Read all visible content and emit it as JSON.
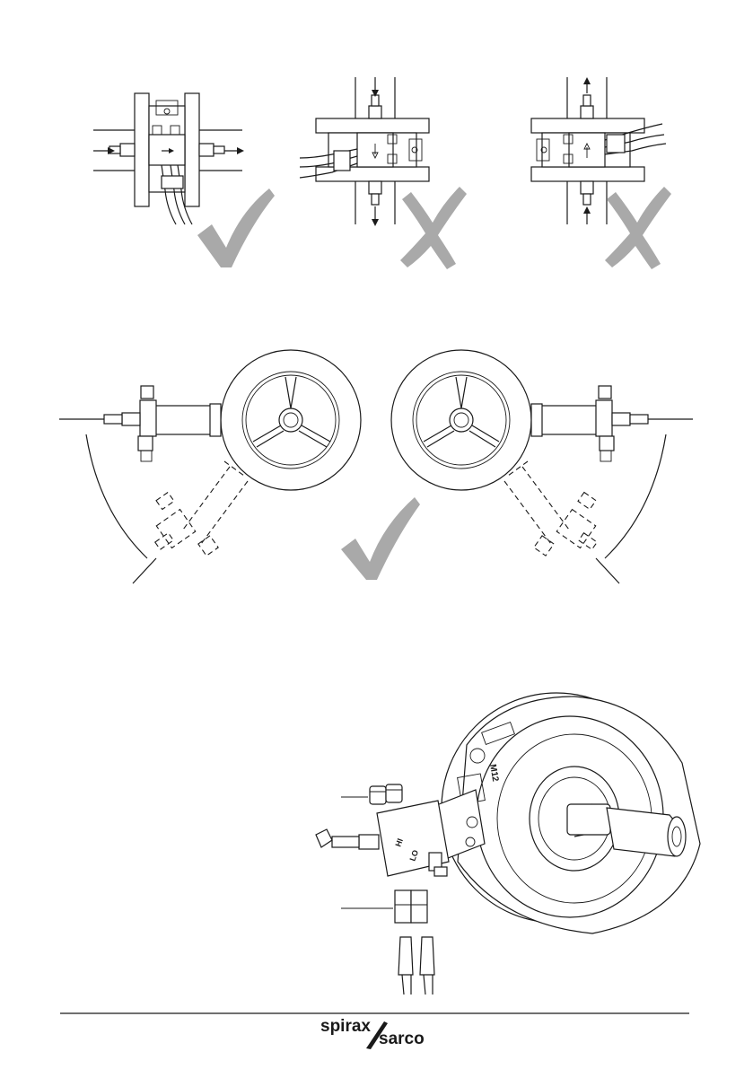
{
  "orientation_panels": [
    {
      "id": "horizontal",
      "verdict": "correct",
      "verdict_icon": "check-mark-icon"
    },
    {
      "id": "vertical-down",
      "verdict": "incorrect",
      "verdict_icon": "cross-mark-icon"
    },
    {
      "id": "vertical-up",
      "verdict": "incorrect",
      "verdict_icon": "cross-mark-icon"
    }
  ],
  "rotation_panel": {
    "verdict": "correct",
    "verdict_icon": "check-mark-icon"
  },
  "assembly_view": {
    "flowmeter_label": "M12",
    "port_labels": [
      "HI",
      "LO"
    ]
  },
  "footer": {
    "brand_top": "spirax",
    "brand_bottom": "sarco"
  },
  "colors": {
    "line": "#1a1a1a",
    "check_mark": "#a9a9a9",
    "cross_mark": "#a9a9a9"
  }
}
